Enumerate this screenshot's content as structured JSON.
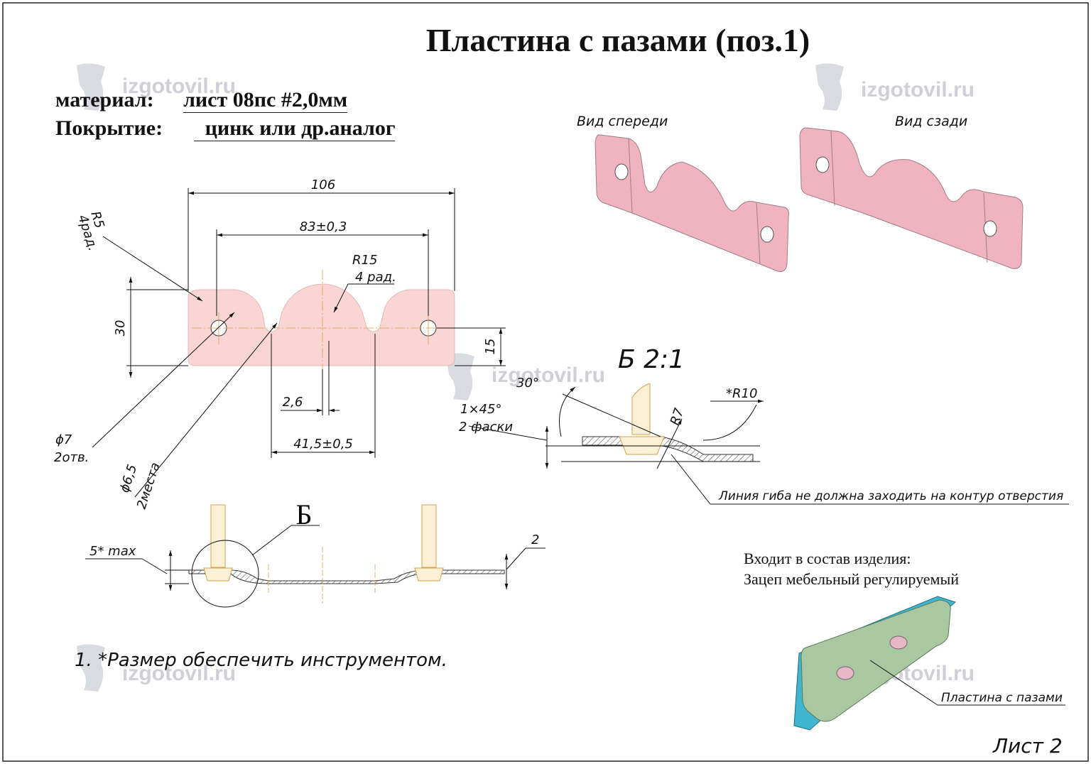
{
  "title": "Пластина с пазами (поз.1)",
  "material": {
    "label": "материал:",
    "value": "лист 08пс #2,0мм"
  },
  "coating": {
    "label": "Покрытие:",
    "value": "цинк или др.аналог"
  },
  "views": {
    "front": "Вид спереди",
    "back": "Вид сзади"
  },
  "dimensions": {
    "overall_length": "106",
    "hole_spacing": "83±0,3",
    "height": "30",
    "hole_height": "15",
    "slot_offset": "2,6",
    "slot_spacing": "41,5±0,5",
    "r15": "R15",
    "r15_count": "4 рад.",
    "r5": "R5",
    "r5_count": "4рад.",
    "hole7": "ϕ7",
    "hole7_count": "2отв.",
    "hole65": "ϕ6,5",
    "hole65_count": "2места"
  },
  "side_view": {
    "callout": "Б",
    "offset_label": "5* max",
    "thickness": "2"
  },
  "detail": {
    "title": "Б 2:1",
    "angle": "30°",
    "chamfer": "1×45°",
    "chamfer_count": "2 фаски",
    "r7": "R7",
    "r10": "*R10",
    "bend_note": "Линия гиба не должна заходить на контур отверстия"
  },
  "note": "1. *Размер  обеспечить инструментом.",
  "assembly": {
    "line1": "Входит в состав изделия:",
    "line2": "Зацеп мебельный регулируемый",
    "callout": "Пластина с пазами"
  },
  "sheet": "Лист 2",
  "watermark": "izgotovil.ru",
  "colors": {
    "plate_pink": "#f9d6d3",
    "render_pink": "#efb3c1",
    "assembly_green": "#a9c8a2",
    "assembly_blue": "#3fb5d0",
    "hatch": "#555555",
    "screw": "#e8c98a"
  }
}
